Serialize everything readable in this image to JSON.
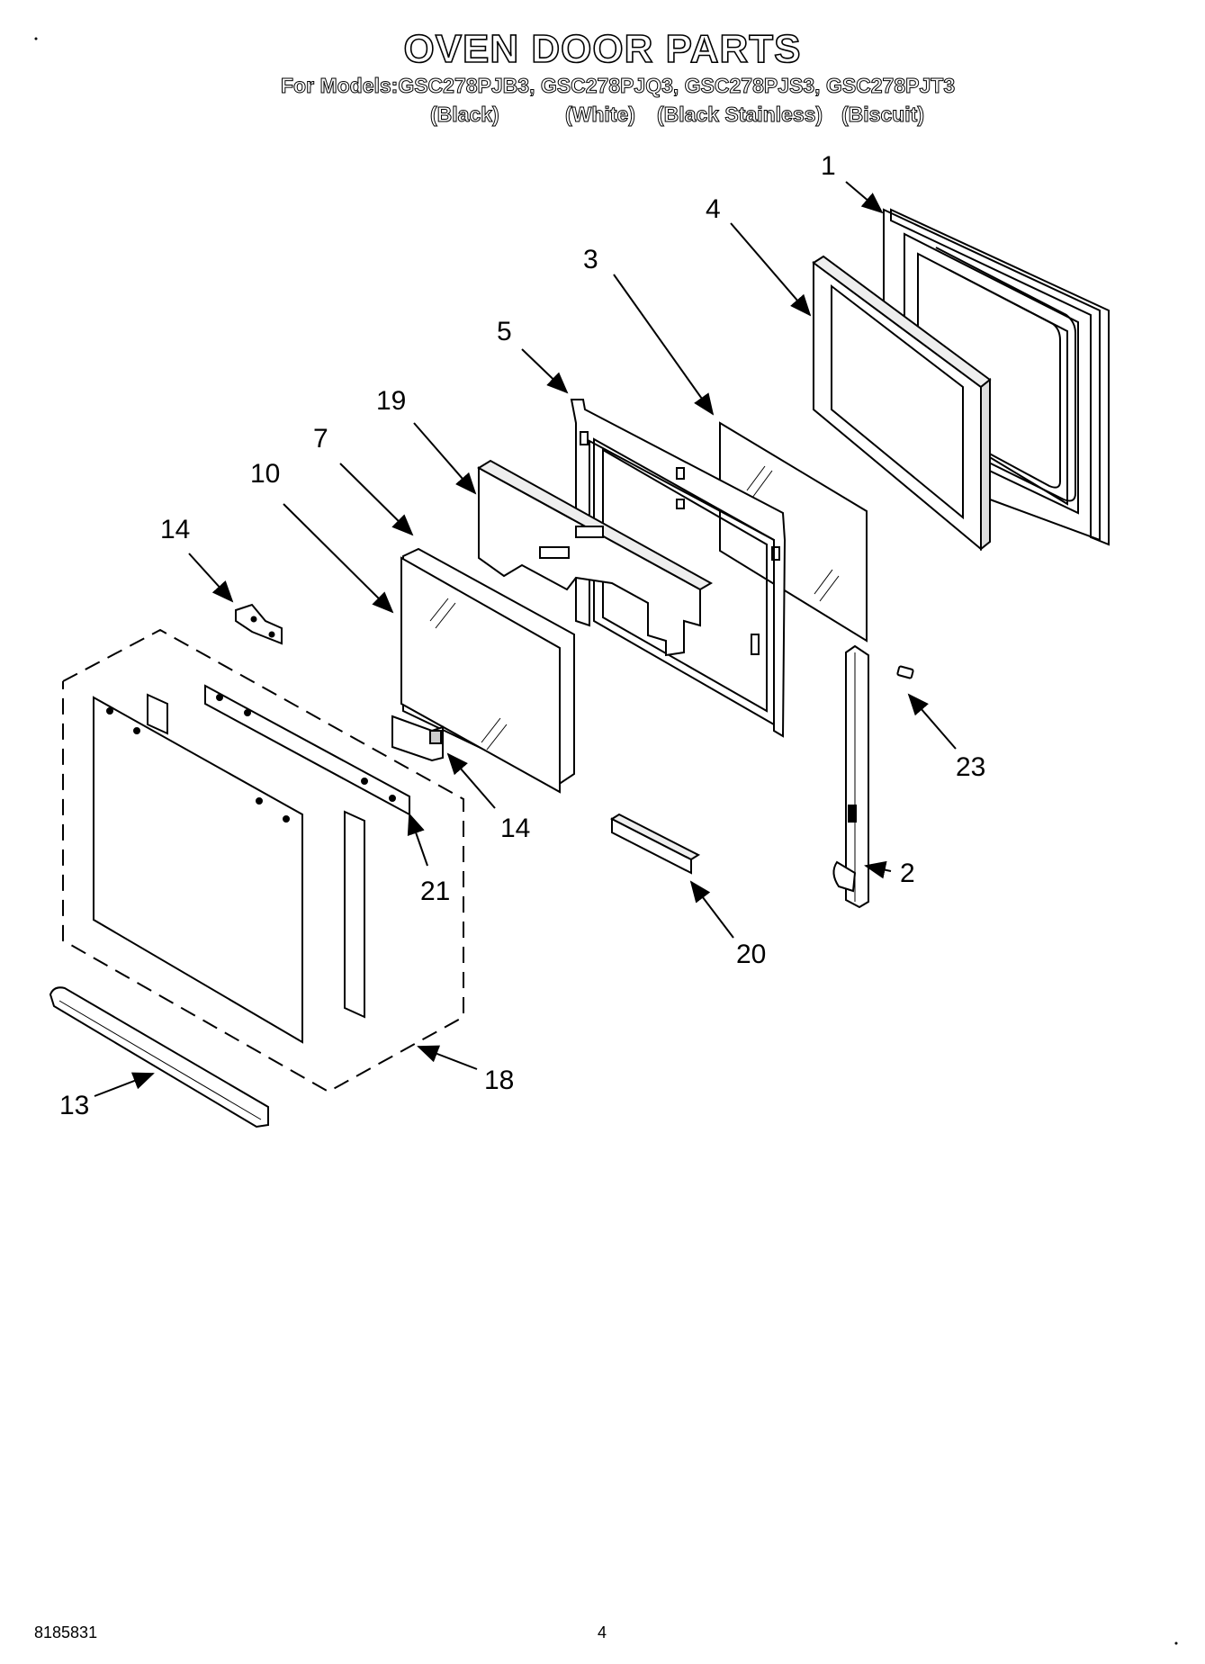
{
  "header": {
    "title": "OVEN DOOR PARTS",
    "models_line": "For Models:GSC278PJB3, GSC278PJQ3, GSC278PJS3, GSC278PJT3",
    "colors": [
      "(Black)",
      "(White)",
      "(Black Stainless)",
      "(Biscuit)"
    ]
  },
  "callouts": {
    "c1": "1",
    "c4": "4",
    "c3": "3",
    "c5": "5",
    "c19": "19",
    "c7": "7",
    "c10": "10",
    "c14a": "14",
    "c14b": "14",
    "c23": "23",
    "c21": "21",
    "c2": "2",
    "c20": "20",
    "c18": "18",
    "c13": "13"
  },
  "footer": {
    "doc_number": "8185831",
    "page_number": "4"
  }
}
